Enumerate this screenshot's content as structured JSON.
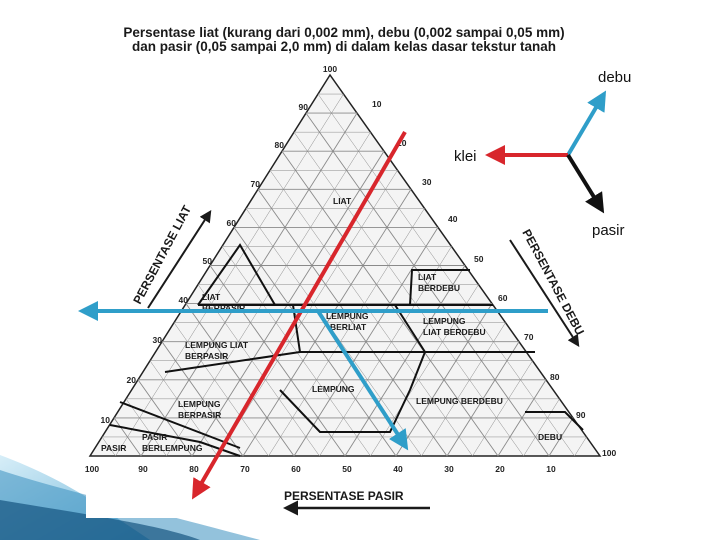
{
  "title_line1": "Persentase liat (kurang dari 0,002 mm), debu (0,002 sampai 0,05 mm)",
  "title_line2": "dan pasir (0,05 sampai 2,0 mm) di dalam kelas dasar tekstur tanah",
  "axes": {
    "clay": {
      "label": "PERSENTASE LIAT",
      "ticks": [
        "10",
        "20",
        "30",
        "40",
        "50",
        "60",
        "70",
        "80",
        "90",
        "100"
      ]
    },
    "silt": {
      "label": "PERSENTASE DEBU",
      "ticks": [
        "10",
        "20",
        "30",
        "40",
        "50",
        "60",
        "70",
        "80",
        "90",
        "100"
      ]
    },
    "sand": {
      "label": "PERSENTASE PASIR",
      "ticks": [
        "10",
        "20",
        "30",
        "40",
        "50",
        "60",
        "70",
        "80",
        "90",
        "100"
      ]
    }
  },
  "classes": {
    "liat": "LIAT",
    "liat_berpasir": [
      "LIAT",
      "BERPASIR"
    ],
    "liat_berdebu": [
      "LIAT",
      "BERDEBU"
    ],
    "lempung_berliat": [
      "LEMPUNG",
      "BERLIAT"
    ],
    "lempung_liat_berpasir": [
      "LEMPUNG LIAT",
      "BERPASIR"
    ],
    "lempung_liat_berdebu": [
      "LEMPUNG",
      "LIAT BERDEBU"
    ],
    "lempung": "LEMPUNG",
    "lempung_berpasir": [
      "LEMPUNG",
      "BERPASIR"
    ],
    "lempung_berdebu": "LEMPUNG BERDEBU",
    "pasir_berlempung": [
      "PASIR",
      "BERLEMPUNG"
    ],
    "pasir": "PASIR",
    "debu": "DEBU"
  },
  "legend": {
    "debu": "debu",
    "klei": "klei",
    "pasir": "pasir"
  },
  "colors": {
    "red_arrow": "#d8262c",
    "blue_arrow": "#2f9ec9",
    "black_arrow": "#111111",
    "grid": "#8a8a8a"
  }
}
